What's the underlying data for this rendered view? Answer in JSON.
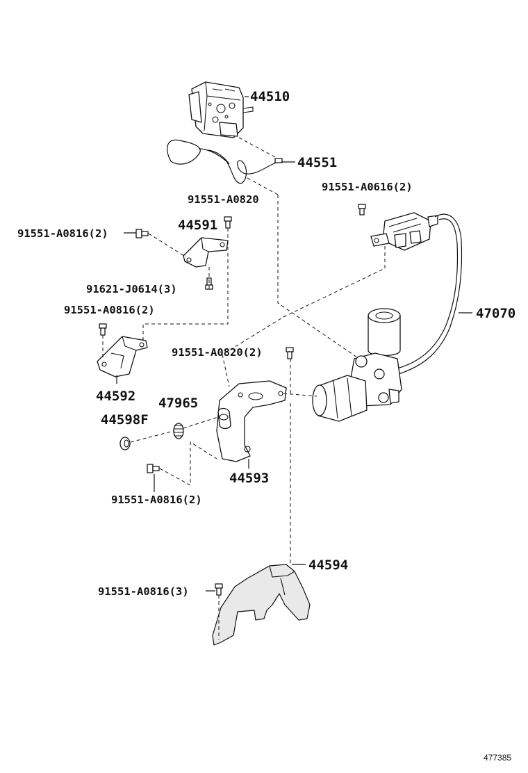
{
  "parts": {
    "abs_actuator": "44510",
    "brake_tube": "44551",
    "bolt_top_right": "91551-A0616(2)",
    "bolt_upper_center": "91551-A0820",
    "bracket_small": "44591",
    "bolt_upper_left": "91551-A0816(2)",
    "bolt_stud": "91621-J0614(3)",
    "bolt_mid_left": "91551-A0816(2)",
    "cord_assembly": "47070",
    "bolt_center": "91551-A0820(2)",
    "bracket_left": "44592",
    "cushion": "47965",
    "grommet": "44598F",
    "bracket_main": "44593",
    "bolt_lower_left": "91551-A0816(2)",
    "cover": "44594",
    "bolt_bottom": "91551-A0816(3)"
  },
  "diagram_ref": "477385"
}
